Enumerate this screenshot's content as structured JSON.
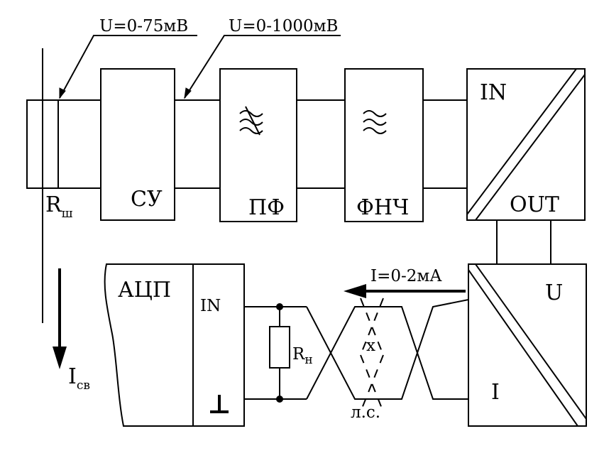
{
  "voltage_shunt": "U=0-75мВ",
  "voltage_amp": "U=0-1000мВ",
  "shunt": {
    "label": "R",
    "sub": "ш"
  },
  "current_leak": {
    "label": "I",
    "sub": "св"
  },
  "blocks": {
    "su": "СУ",
    "pf": "ПФ",
    "fnch": "ФНЧ",
    "converter_in": "IN",
    "converter_out": "OUT",
    "adc": "АЦП",
    "adc_in": "IN",
    "adc_ground": "⊥",
    "ui_u": "U",
    "ui_i": "I"
  },
  "load_resistor": {
    "label": "R",
    "sub": "н"
  },
  "current_loop": "I=0-2мА",
  "line_label": "л.с.",
  "line_cross": "x"
}
